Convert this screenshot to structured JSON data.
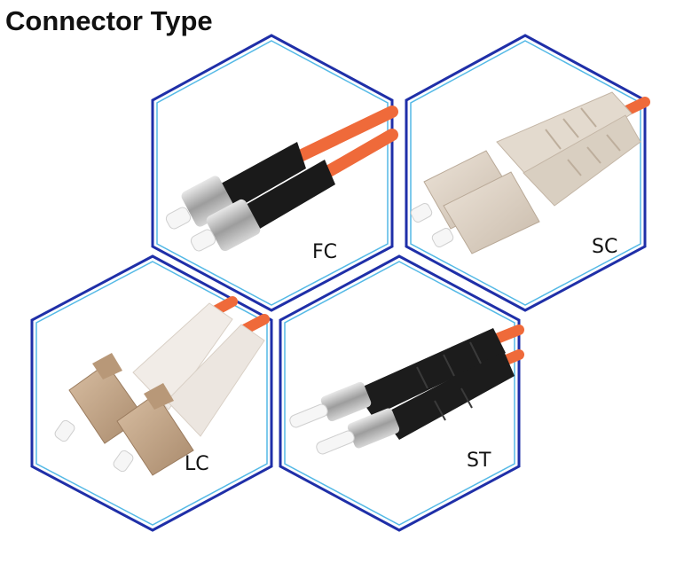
{
  "title": "Connector Type",
  "colors": {
    "hex_border_outer": "#1f2fa8",
    "hex_border_inner": "#29a8e0",
    "cable_orange": "#ef6a3a",
    "boot_black": "#1a1a1a",
    "metal": "#b9b9b9",
    "beige_housing": "#ddd2c4",
    "lc_housing": "#c7a98a",
    "white_boot": "#f1ece7",
    "ferrule": "#f6f6f6"
  },
  "connectors": [
    {
      "id": "fc",
      "label": "FC",
      "icon": "fc-connector-photo"
    },
    {
      "id": "sc",
      "label": "SC",
      "icon": "sc-connector-photo"
    },
    {
      "id": "lc",
      "label": "LC",
      "icon": "lc-connector-photo"
    },
    {
      "id": "st",
      "label": "ST",
      "icon": "st-connector-photo"
    }
  ]
}
